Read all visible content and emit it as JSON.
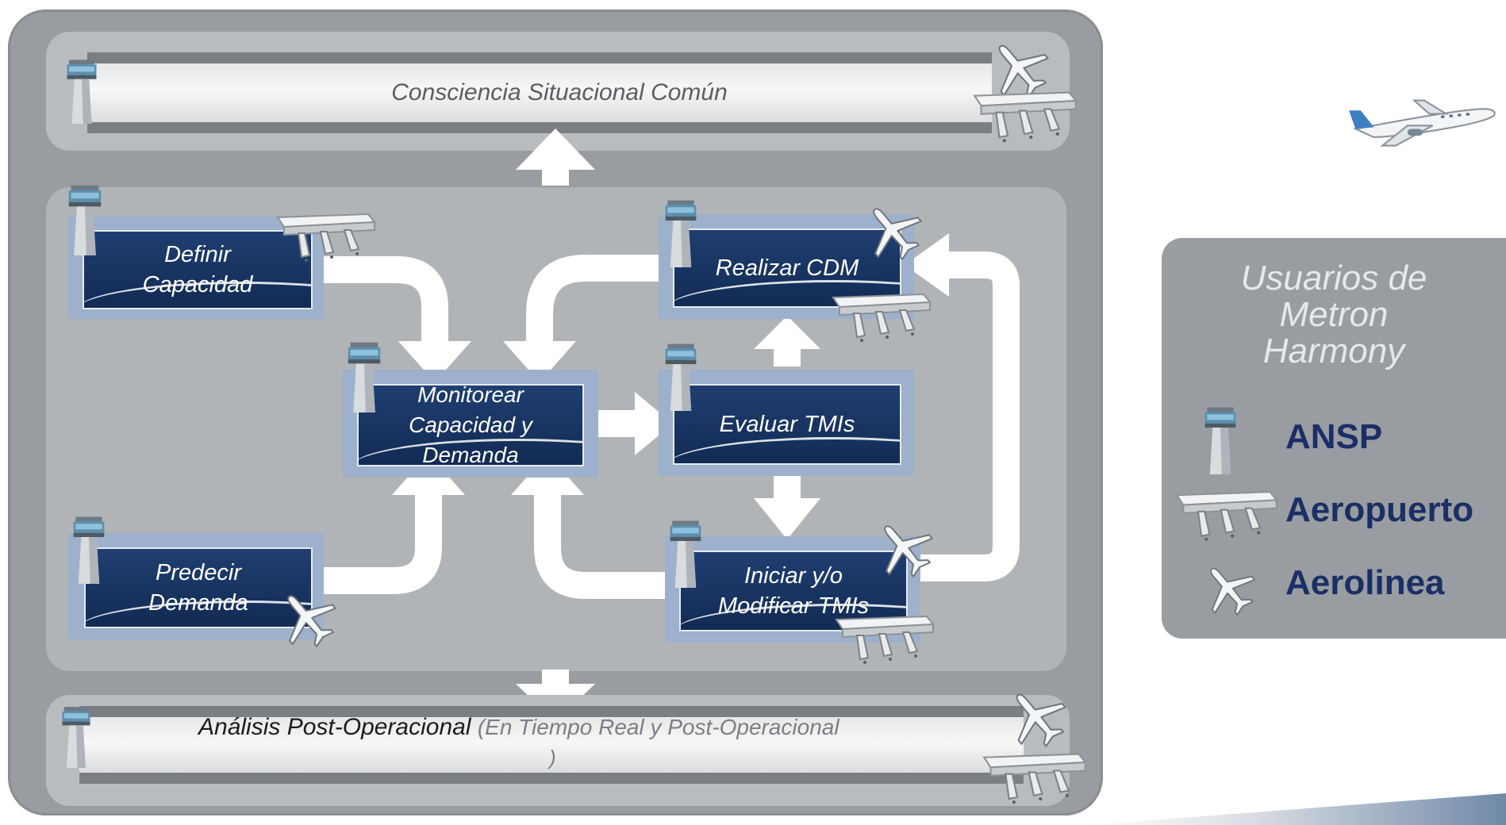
{
  "bands": {
    "top": "Consciencia Situacional Común",
    "bottom_main": "Análisis Post-Operacional",
    "bottom_paren": "(En Tiempo Real y  Post-Operacional",
    "bottom_paren_close": ")"
  },
  "processes": {
    "definir": {
      "line1": "Definir",
      "line2": "Capacidad"
    },
    "predecir": {
      "line1": "Predecir",
      "line2": "Demanda"
    },
    "monitorear": {
      "line1": "Monitorear",
      "line2": "Capacidad y",
      "line3": "Demanda"
    },
    "realizar": {
      "line1": "Realizar CDM"
    },
    "evaluar": {
      "line1": "Evaluar TMIs"
    },
    "iniciar": {
      "line1": "Iniciar y/o",
      "line2": "Modificar TMIs"
    }
  },
  "legend": {
    "title_line1": "Usuarios de",
    "title_line2": "Metron",
    "title_line3": "Harmony",
    "items": [
      {
        "label": "ANSP",
        "icon": "control-tower-icon"
      },
      {
        "label": "Aeropuerto",
        "icon": "airport-terminal-icon"
      },
      {
        "label": "Aerolinea",
        "icon": "airplane-icon"
      }
    ]
  },
  "colors": {
    "process_fill": "#1a3764",
    "process_halo": "#9db0cc",
    "panel_gray": "#999da1",
    "legend_text": "#1b2f66"
  }
}
